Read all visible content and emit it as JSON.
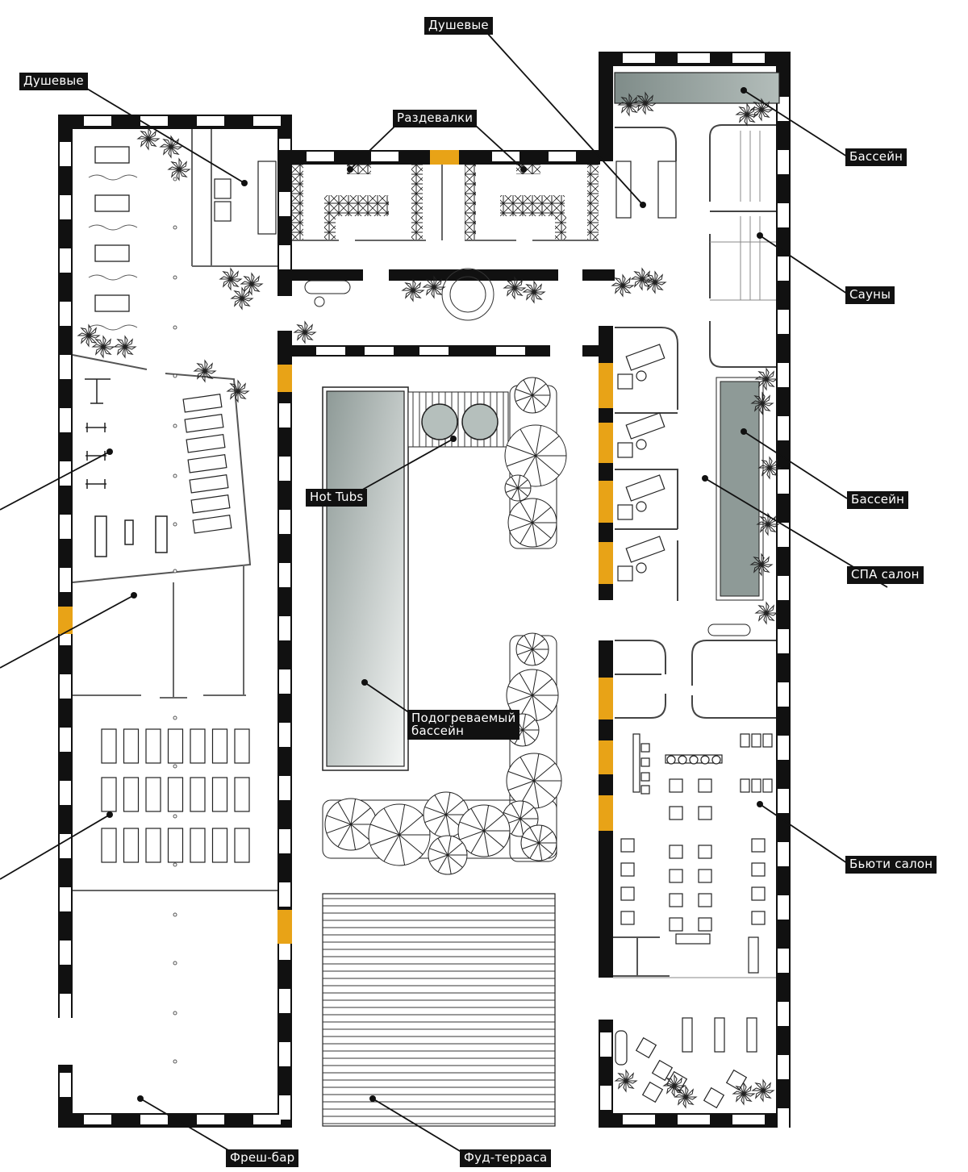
{
  "labels": {
    "showers_left": "Душевые",
    "showers_right": "Душевые",
    "changing_rooms": "Раздевалки",
    "pool_top": "Бассейн",
    "saunas": "Сауны",
    "pool_right": "Бассейн",
    "spa_salon": "СПА салон",
    "hot_tubs": "Hot Tubs",
    "heated_pool": "Подогреваемый\nбассейн",
    "beauty_salon": "Бьюти салон",
    "fresh_bar": "Фреш-бар",
    "food_terrace": "Фуд-терраса"
  },
  "colors": {
    "wall": "#111111",
    "window": "#ffffff",
    "accent_door": "#e8a317",
    "pool_water": "#9aa6a2",
    "line": "#222222"
  }
}
